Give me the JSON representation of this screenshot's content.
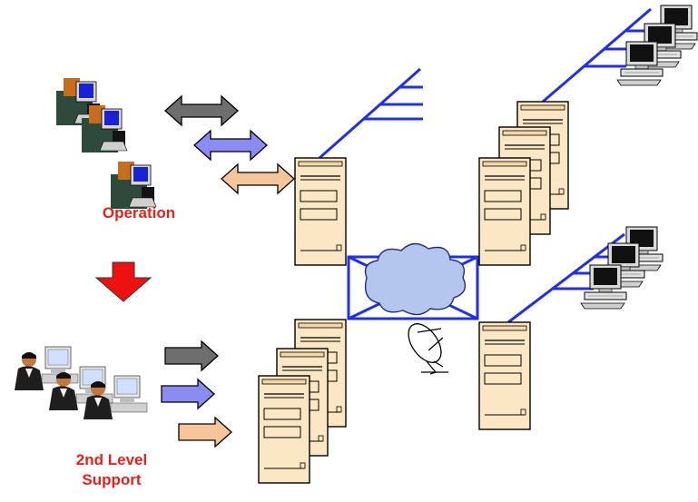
{
  "labels": {
    "operation": "Operation",
    "support_line1": "2nd Level",
    "support_line2": "Support"
  },
  "colors": {
    "network_lines": "#1f2ef0",
    "server_body": "#fbe7c4",
    "arrow_dark": "#6e6e6e",
    "arrow_blue": "#8a8cf2",
    "arrow_peach": "#f7c59a",
    "escalation_arrow": "#ee1111",
    "label_red": "#e8201a",
    "cloud": "#b4c6ee"
  },
  "icons": [
    "operator-figure",
    "support-figure",
    "tower-server",
    "workstation",
    "cloud",
    "satellite-dish"
  ]
}
